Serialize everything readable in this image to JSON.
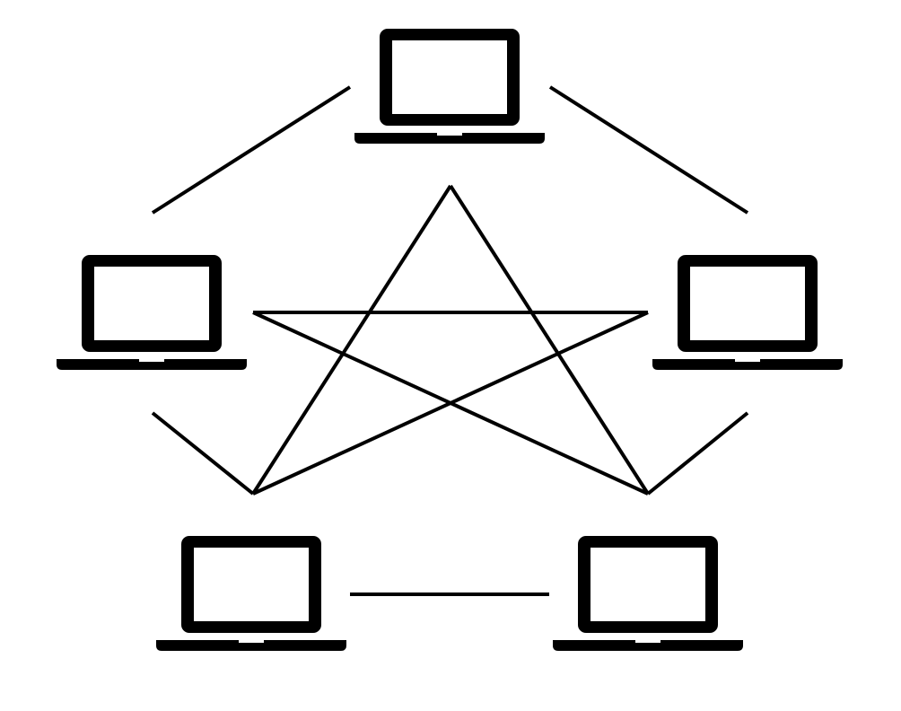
{
  "diagram": {
    "type": "mesh-network",
    "nodes": [
      {
        "id": "top",
        "icon": "laptop-icon"
      },
      {
        "id": "left",
        "icon": "laptop-icon"
      },
      {
        "id": "right",
        "icon": "laptop-icon"
      },
      {
        "id": "bottom-left",
        "icon": "laptop-icon"
      },
      {
        "id": "bottom-right",
        "icon": "laptop-icon"
      }
    ],
    "edges": [
      {
        "from": "top",
        "to": "left"
      },
      {
        "from": "top",
        "to": "right"
      },
      {
        "from": "left",
        "to": "bottom-left"
      },
      {
        "from": "right",
        "to": "bottom-right"
      },
      {
        "from": "bottom-left",
        "to": "bottom-right"
      },
      {
        "from": "top",
        "to": "bottom-left"
      },
      {
        "from": "top",
        "to": "bottom-right"
      },
      {
        "from": "left",
        "to": "right"
      },
      {
        "from": "left",
        "to": "bottom-right"
      },
      {
        "from": "right",
        "to": "bottom-left"
      }
    ],
    "colors": {
      "line": "#000000",
      "background": "#ffffff"
    }
  }
}
